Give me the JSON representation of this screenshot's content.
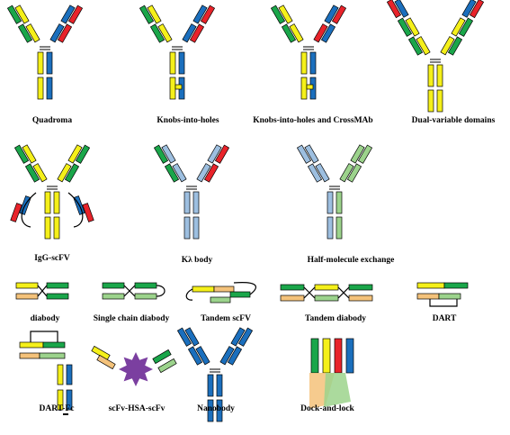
{
  "colors": {
    "yellow": "#f5f01a",
    "blue": "#1b6fbd",
    "green": "#1aa64a",
    "red": "#e8232a",
    "light_blue": "#9dbfe0",
    "light_green": "#9cd38c",
    "orange": "#f4c27a",
    "purple": "#7b3fa0",
    "outline": "#000000"
  },
  "formats": [
    {
      "id": "quadroma",
      "label": "Quadroma"
    },
    {
      "id": "knobs-into-holes",
      "label": "Knobs-into-holes"
    },
    {
      "id": "kih-crossmab",
      "label": "Knobs-into-holes and CrossMAb"
    },
    {
      "id": "dvd",
      "label": "Dual-variable domains"
    },
    {
      "id": "igg-scfv",
      "label": "IgG-scFV"
    },
    {
      "id": "kappa-lambda-body",
      "label": "Kλ body"
    },
    {
      "id": "half-molecule-exchange",
      "label": "Half-molecule exchange"
    },
    {
      "id": "diabody",
      "label": "diabody"
    },
    {
      "id": "single-chain-diabody",
      "label": "Single chain diabody"
    },
    {
      "id": "tandem-scfv",
      "label": "Tandem scFV"
    },
    {
      "id": "tandem-diabody",
      "label": "Tandem diabody"
    },
    {
      "id": "dart",
      "label": "DART"
    },
    {
      "id": "dart-fc",
      "label": "DART-Fc"
    },
    {
      "id": "scfv-hsa-scfv",
      "label": "scFv-HSA-scFv"
    },
    {
      "id": "nanobody",
      "label": "Nanobody"
    },
    {
      "id": "dock-and-lock",
      "label": "Dock-and-lock"
    }
  ]
}
